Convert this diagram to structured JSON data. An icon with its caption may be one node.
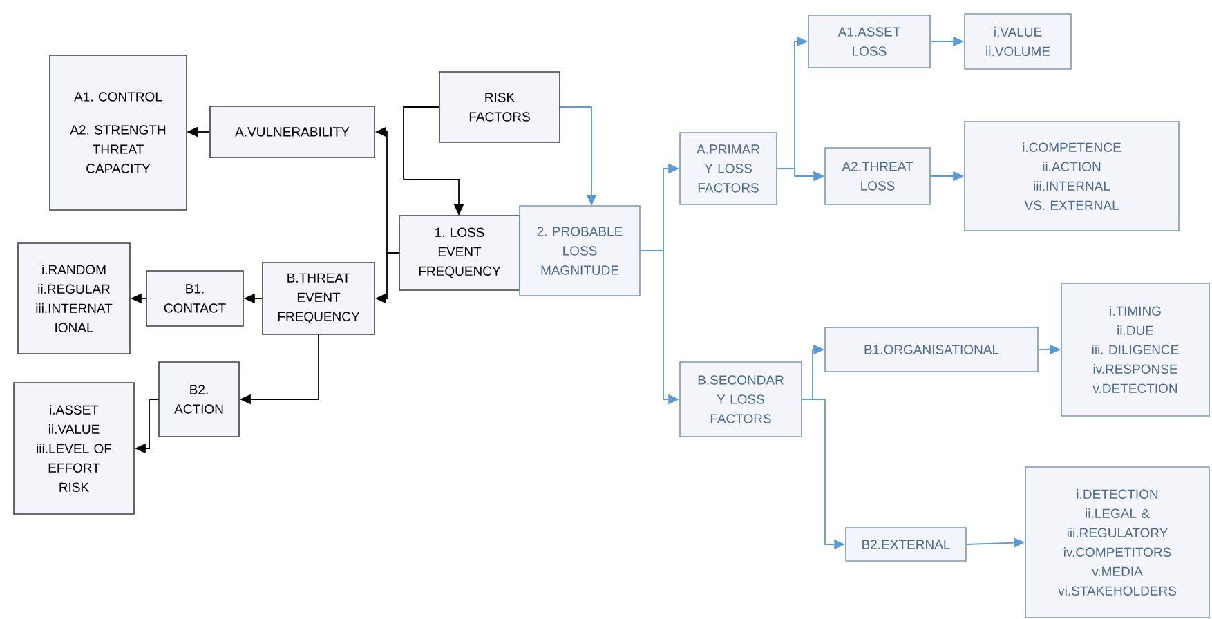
{
  "diagram": {
    "nodes": [
      {
        "text": [
          "RISK FACTORS"
        ]
      },
      {
        "text": [
          "A1. CONTROL",
          "A2. STRENGTH THREAT CAPACITY"
        ]
      },
      {
        "text": [
          "A.VULNERABILITY"
        ]
      },
      {
        "text": [
          "1. LOSS EVENT FREQUENCY"
        ]
      },
      {
        "text": [
          "2. PROBABLE LOSS MAGNITUDE"
        ]
      },
      {
        "text": [
          "i.RANDOM",
          "ii.REGULAR",
          "iii.INTERNAT IONAL"
        ]
      },
      {
        "text": [
          "B1. CONTACT"
        ]
      },
      {
        "text": [
          "B.THREAT EVENT FREQUENCY"
        ]
      },
      {
        "text": [
          "B2. ACTION"
        ]
      },
      {
        "text": [
          "i.ASSET",
          "ii.VALUE",
          "iii.LEVEL OF EFFORT RISK"
        ]
      },
      {
        "text": [
          "A.PRIMAR Y LOSS FACTORS"
        ]
      },
      {
        "text": [
          "A1.ASSET LOSS"
        ]
      },
      {
        "text": [
          "i.VALUE",
          "ii.VOLUME"
        ]
      },
      {
        "text": [
          "A2.THREAT LOSS"
        ]
      },
      {
        "text": [
          "i.COMPETENCE",
          "ii.ACTION",
          "iii.INTERNAL VS. EXTERNAL"
        ]
      },
      {
        "text": [
          "B.SECONDAR Y LOSS FACTORS"
        ]
      },
      {
        "text": [
          "B1.ORGANISATIONAL"
        ]
      },
      {
        "text": [
          "i.TIMING",
          "ii.DUE",
          "iii. DILIGENCE",
          "iv.RESPONSE",
          "v.DETECTION"
        ]
      },
      {
        "text": [
          "B2.EXTERNAL"
        ]
      },
      {
        "text": [
          "i.DETECTION",
          "ii.LEGAL &",
          "iii.REGULATORY",
          "iv.COMPETITORS",
          "v.MEDIA",
          "vi.STAKEHOLDERS"
        ]
      }
    ],
    "edges": [
      {
        "from": 0,
        "to": 3,
        "arrow": "to",
        "color": "#000000"
      },
      {
        "from": 3,
        "to": 2,
        "arrow": "to",
        "color": "#000000"
      },
      {
        "from": 3,
        "to": 7,
        "arrow": "to",
        "color": "#000000"
      },
      {
        "from": 2,
        "to": 1,
        "arrow": "to",
        "color": "#000000"
      },
      {
        "from": 7,
        "to": 6,
        "arrow": "to",
        "color": "#000000"
      },
      {
        "from": 6,
        "to": 5,
        "arrow": "to",
        "color": "#000000"
      },
      {
        "from": 7,
        "to": 8,
        "arrow": "to",
        "color": "#000000"
      },
      {
        "from": 8,
        "to": 9,
        "arrow": "to",
        "color": "#000000"
      },
      {
        "from": 0,
        "to": 4,
        "arrow": "to"
      },
      {
        "from": 4,
        "to": 10,
        "arrow": "to"
      },
      {
        "from": 4,
        "to": 15,
        "arrow": "to"
      },
      {
        "from": 10,
        "to": 11,
        "arrow": "to"
      },
      {
        "from": 10,
        "to": 13,
        "arrow": "to"
      },
      {
        "from": 11,
        "to": 12,
        "arrow": "to"
      },
      {
        "from": 13,
        "to": 14,
        "arrow": "to"
      },
      {
        "from": 15,
        "to": 16,
        "arrow": "to"
      },
      {
        "from": 15,
        "to": 18,
        "arrow": "to"
      },
      {
        "from": 16,
        "to": 17,
        "arrow": "to"
      },
      {
        "from": 18,
        "to": 19,
        "arrow": "to"
      }
    ]
  }
}
